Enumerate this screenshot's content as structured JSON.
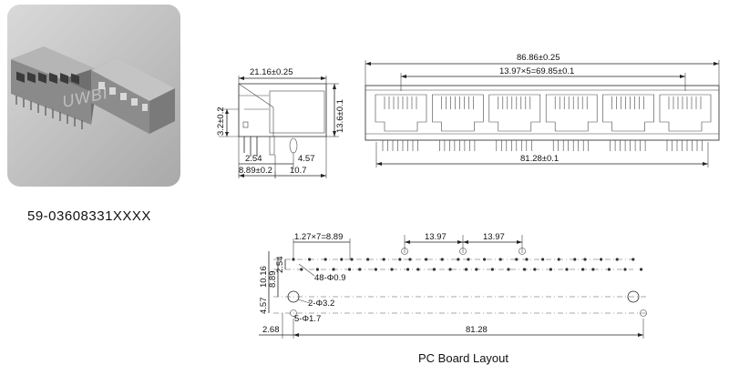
{
  "product": {
    "part_number": "59-03608331XXXX",
    "watermark": "UWBI"
  },
  "side_view": {
    "width_dim": "21.16±0.25",
    "height_dim": "13.6±0.1",
    "left_height_dim": "3.2±0.2",
    "pin_gap_dim": "2.54",
    "offset_dim": "4.57",
    "bottom_left_dim": "8.89±0.2",
    "bottom_right_dim": "10.7"
  },
  "front_view": {
    "total_width_dim": "86.86±0.25",
    "pitch_dim": "13.97×5=69.85±0.1",
    "bottom_dim": "81.28±0.1",
    "port_count": 6
  },
  "pcb_layout": {
    "pitch_small_dim": "1.27×7=8.89",
    "pitch_a_dim": "13.97",
    "pitch_b_dim": "13.97",
    "v1_dim": "10.16",
    "v2_dim": "8.89",
    "v3_dim": "2.54",
    "v4_dim": "4.57",
    "hole_a_note": "48-Φ0.9",
    "hole_b_note": "2-Φ3.2",
    "hole_c_note": "5-Φ1.7",
    "left_dim": "2.68",
    "width_dim": "81.28",
    "caption": "PC Board Layout"
  }
}
